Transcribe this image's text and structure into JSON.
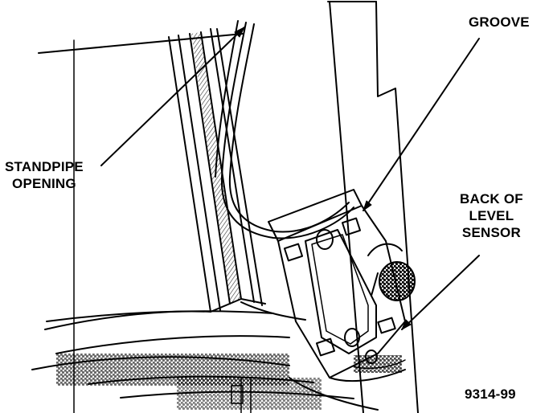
{
  "callouts": {
    "groove": "GROOVE",
    "standpipe_line1": "STANDPIPE",
    "standpipe_line2": "OPENING",
    "sensor_line1": "BACK OF",
    "sensor_line2": "LEVEL",
    "sensor_line3": "SENSOR"
  },
  "figure_number": "9314-99",
  "colors": {
    "ink": "#000000",
    "paper": "#ffffff"
  }
}
